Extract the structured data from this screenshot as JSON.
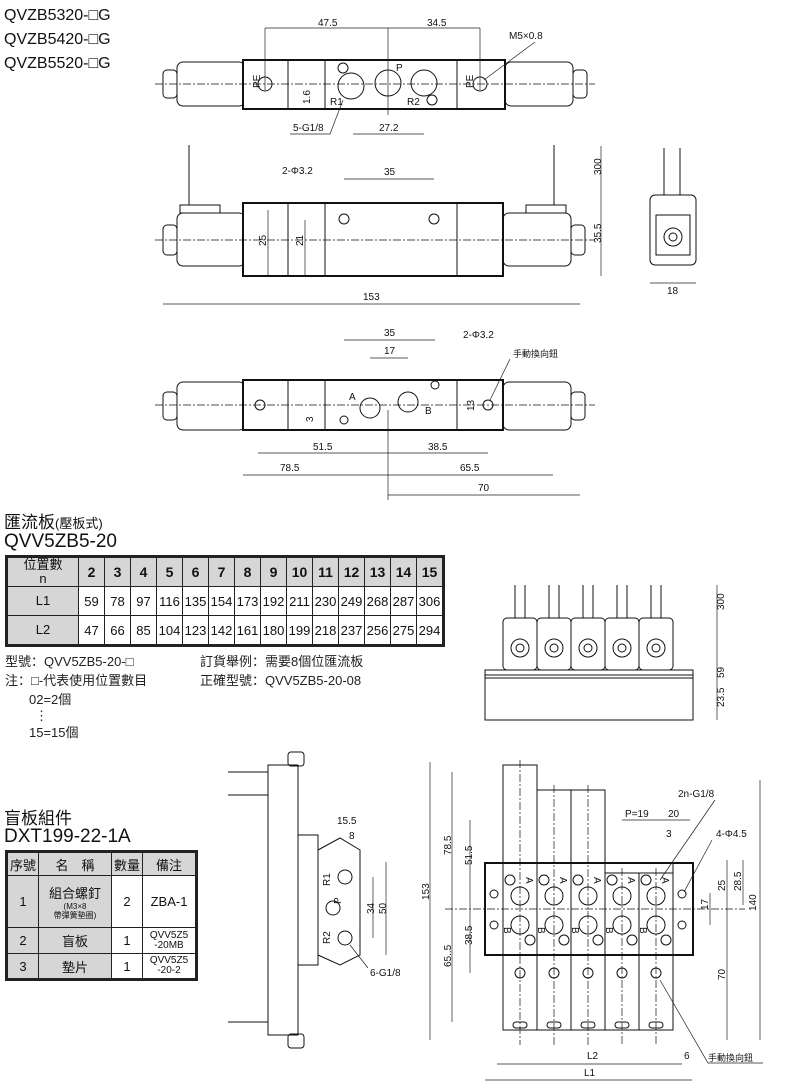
{
  "models": [
    "QVZB5320-□G",
    "QVZB5420-□G",
    "QVZB5520-□G"
  ],
  "valve_drawing": {
    "top_view": {
      "d1": "47.5",
      "d2": "34.5",
      "thread": "M5×0.8",
      "pe_left": "PE",
      "pe_right": "PE",
      "gap": "1.6",
      "r1": "R1",
      "p": "P",
      "r2": "R2",
      "ports": "5-G1/8",
      "pitch": "27.2"
    },
    "front_view": {
      "holes": "2-Φ3.2",
      "hole_pitch": "35",
      "h25": "25",
      "h21": "21",
      "cable": "300",
      "height": "35.5",
      "length": "153"
    },
    "side_view": {
      "width": "18"
    },
    "bottom_view": {
      "d35": "35",
      "d17": "17",
      "holes": "2-Φ3.2",
      "manual": "手動換向鈕",
      "a": "A",
      "b": "B",
      "d3": "3",
      "d13": "13",
      "d51_5": "51.5",
      "d38_5": "38.5",
      "d78_5": "78.5",
      "d65_5": "65.5",
      "d70": "70"
    }
  },
  "manifold": {
    "title": "匯流板",
    "title_sub": "(壓板式)",
    "model": "QVV5ZB5-20",
    "table": {
      "header_label_1": "位置數",
      "header_label_2": "n",
      "n": [
        "2",
        "3",
        "4",
        "5",
        "6",
        "7",
        "8",
        "9",
        "10",
        "11",
        "12",
        "13",
        "14",
        "15"
      ],
      "rows": [
        {
          "label": "L1",
          "values": [
            "59",
            "78",
            "97",
            "116",
            "135",
            "154",
            "173",
            "192",
            "211",
            "230",
            "249",
            "268",
            "287",
            "306"
          ]
        },
        {
          "label": "L2",
          "values": [
            "47",
            "66",
            "85",
            "104",
            "123",
            "142",
            "161",
            "180",
            "199",
            "218",
            "237",
            "256",
            "275",
            "294"
          ]
        }
      ]
    },
    "notes": {
      "model_line": "型號：QVV5ZB5-20-□",
      "note_line": "注：□-代表使用位置數目",
      "ex1": "02=2個",
      "dots": "⋮",
      "ex2": "15=15個",
      "order_line": "訂貨舉例：需要8個位匯流板",
      "correct_line": "正確型號：QVV5ZB5-20-08"
    },
    "front_drawing": {
      "cable": "300",
      "h59": "59",
      "h23_5": "23.5"
    },
    "top_drawing": {
      "d78_5": "78.5",
      "d51_5": "51.5",
      "d153": "153",
      "d38_5": "38.5",
      "d65_5": "65..5",
      "ports": "2n-G1/8",
      "pitch": "P=19",
      "d20": "20",
      "d3": "3",
      "holes": "4-Φ4.5",
      "d25": "25",
      "d28_5": "28.5",
      "d17": "17",
      "d140": "140",
      "d70": "70",
      "l2": "L2",
      "d6": "6",
      "l1": "L1",
      "manual": "手動換向鈕",
      "a": "A",
      "b": "B"
    }
  },
  "blank_plate": {
    "title": "盲板組件",
    "model": "DXT199-22-1A",
    "table": {
      "headers": [
        "序號",
        "名　稱",
        "數量",
        "備注"
      ],
      "rows": [
        {
          "no": "1",
          "name": "組合螺釘",
          "name_sub1": "(M3×8",
          "name_sub2": "帶彈簧墊圈)",
          "qty": "2",
          "remark": "ZBA-1",
          "remark2": ""
        },
        {
          "no": "2",
          "name": "盲板",
          "name_sub1": "",
          "name_sub2": "",
          "qty": "1",
          "remark": "QVV5Z5",
          "remark2": "-20MB"
        },
        {
          "no": "3",
          "name": "墊片",
          "name_sub1": "",
          "name_sub2": "",
          "qty": "1",
          "remark": "QVV5Z5",
          "remark2": "-20-2"
        }
      ]
    },
    "drawing": {
      "d15_5": "15.5",
      "d8": "8",
      "r1": "R1",
      "p": "P",
      "r2": "R2",
      "d34": "34",
      "d50": "50",
      "ports": "6-G1/8"
    }
  }
}
